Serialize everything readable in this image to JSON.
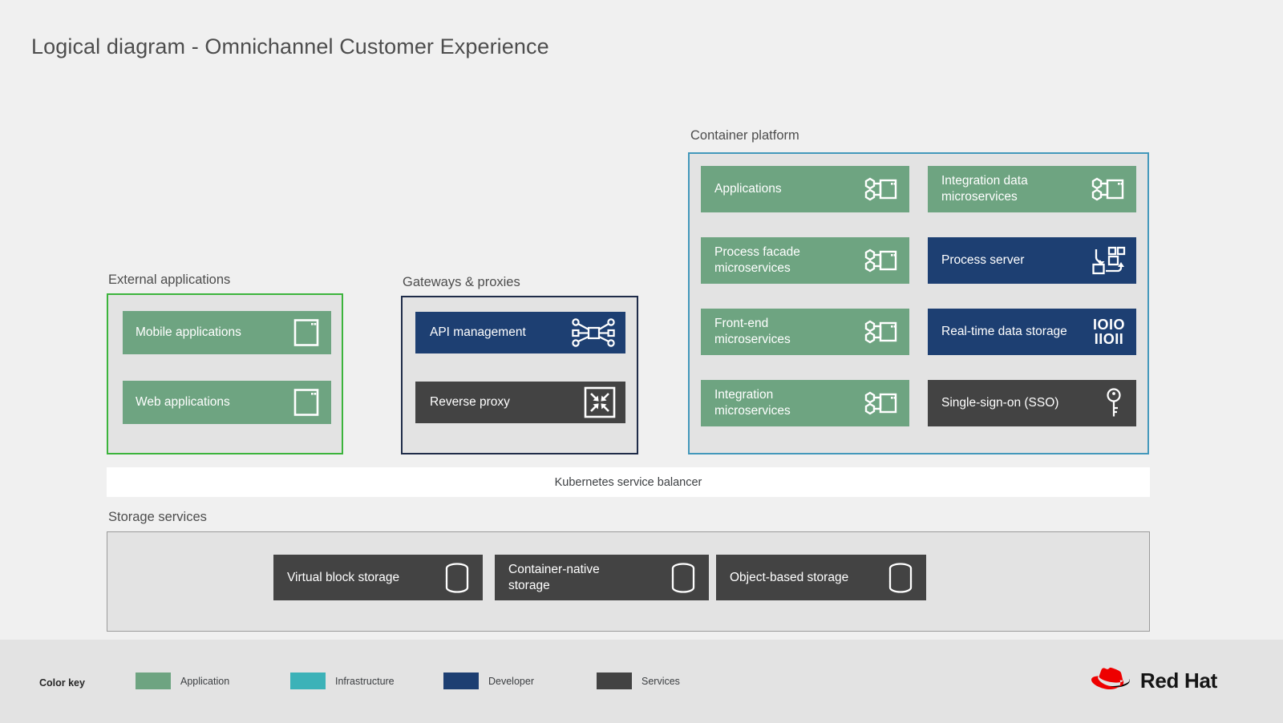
{
  "title": "Logical diagram - Omnichannel Customer Experience",
  "groups": {
    "external": {
      "label": "External applications",
      "border_color": "#3cb43c"
    },
    "gateways": {
      "label": "Gateways & proxies",
      "border_color": "#1f2c49"
    },
    "container": {
      "label": "Container platform",
      "border_color": "#4398bb"
    },
    "storage": {
      "label": "Storage services",
      "border_color": "#9b9b9b"
    }
  },
  "external_cards": [
    {
      "label": "Mobile applications",
      "category": "Application",
      "color": "#6ea481",
      "icon": "device-screen-icon"
    },
    {
      "label": "Web applications",
      "category": "Application",
      "color": "#6ea481",
      "icon": "device-screen-icon"
    }
  ],
  "gateway_cards": [
    {
      "label": "API management",
      "category": "Developer",
      "color": "#1d3f72",
      "icon": "api-network-icon"
    },
    {
      "label": "Reverse proxy",
      "category": "Services",
      "color": "#434343",
      "icon": "expand-arrows-icon"
    }
  ],
  "container_cards_left": [
    {
      "label": "Applications",
      "category": "Application",
      "color": "#6ea481",
      "icon": "container-icon"
    },
    {
      "label": "Process facade\nmicroservices",
      "category": "Application",
      "color": "#6ea481",
      "icon": "container-icon"
    },
    {
      "label": "Front-end\nmicroservices",
      "category": "Application",
      "color": "#6ea481",
      "icon": "container-icon"
    },
    {
      "label": "Integration\nmicroservices",
      "category": "Application",
      "color": "#6ea481",
      "icon": "container-icon"
    }
  ],
  "container_cards_right": [
    {
      "label": "Integration data\nmicroservices",
      "category": "Application",
      "color": "#6ea481",
      "icon": "container-icon"
    },
    {
      "label": "Process server",
      "category": "Developer",
      "color": "#1d3f72",
      "icon": "process-flow-icon"
    },
    {
      "label": "Real-time data storage",
      "category": "Developer",
      "color": "#1d3f72",
      "icon": "binary-data-icon"
    },
    {
      "label": "Single-sign-on (SSO)",
      "category": "Services",
      "color": "#434343",
      "icon": "key-icon"
    }
  ],
  "storage_cards": [
    {
      "label": "Virtual block storage",
      "category": "Services",
      "color": "#434343",
      "icon": "database-stack-icon"
    },
    {
      "label": "Container-native\nstorage",
      "category": "Services",
      "color": "#434343",
      "icon": "database-stack-icon"
    },
    {
      "label": "Object-based storage",
      "category": "Services",
      "color": "#434343",
      "icon": "database-stack-icon"
    }
  ],
  "service_bar": {
    "label": "Kubernetes service balancer"
  },
  "color_key": {
    "title": "Color key",
    "items": [
      {
        "label": "Application",
        "color": "#6ea481"
      },
      {
        "label": "Infrastructure",
        "color": "#3cb2b8"
      },
      {
        "label": "Developer",
        "color": "#1d3f72"
      },
      {
        "label": "Services",
        "color": "#434343"
      }
    ]
  },
  "brand": {
    "name": "Red Hat",
    "logo_color": "#ee0000"
  }
}
